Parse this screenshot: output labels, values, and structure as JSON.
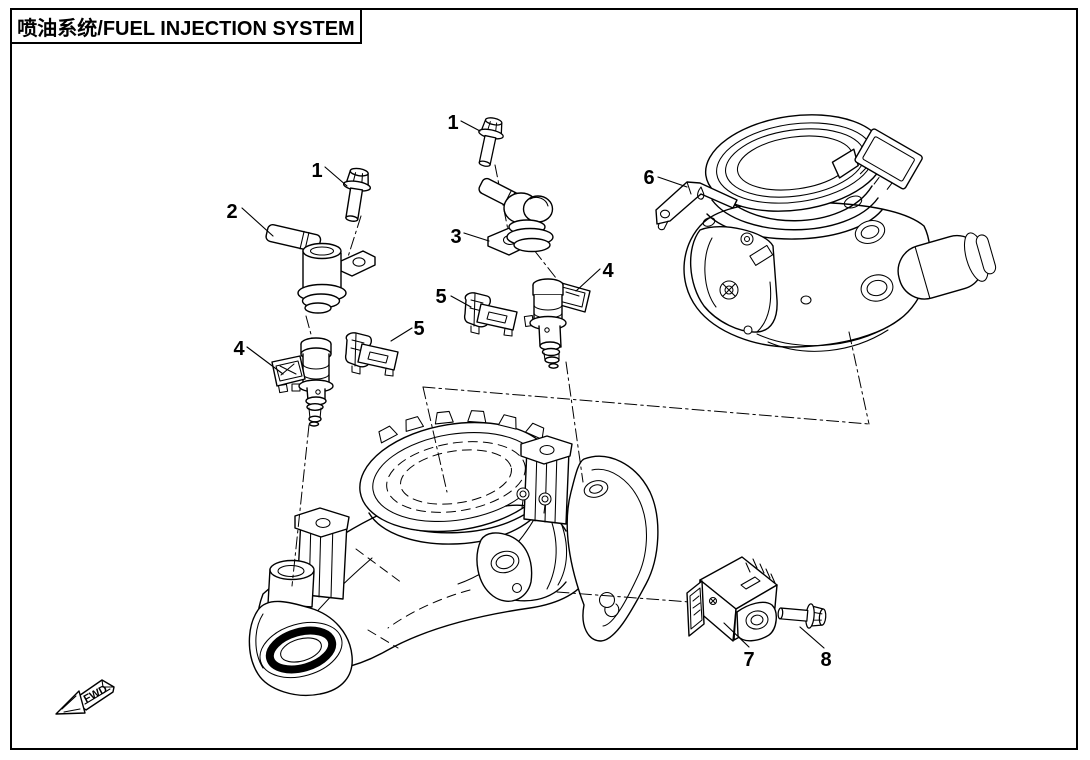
{
  "title": {
    "text": "喷油系统/FUEL INJECTION SYSTEM"
  },
  "callouts": [
    {
      "num": "1"
    },
    {
      "num": "1"
    },
    {
      "num": "2"
    },
    {
      "num": "3"
    },
    {
      "num": "4"
    },
    {
      "num": "4"
    },
    {
      "num": "5"
    },
    {
      "num": "5"
    },
    {
      "num": "6"
    },
    {
      "num": "7"
    },
    {
      "num": "8"
    }
  ],
  "fwd": {
    "label": "FWD"
  },
  "colors": {
    "line": "#000000",
    "paper": "#ffffff"
  }
}
